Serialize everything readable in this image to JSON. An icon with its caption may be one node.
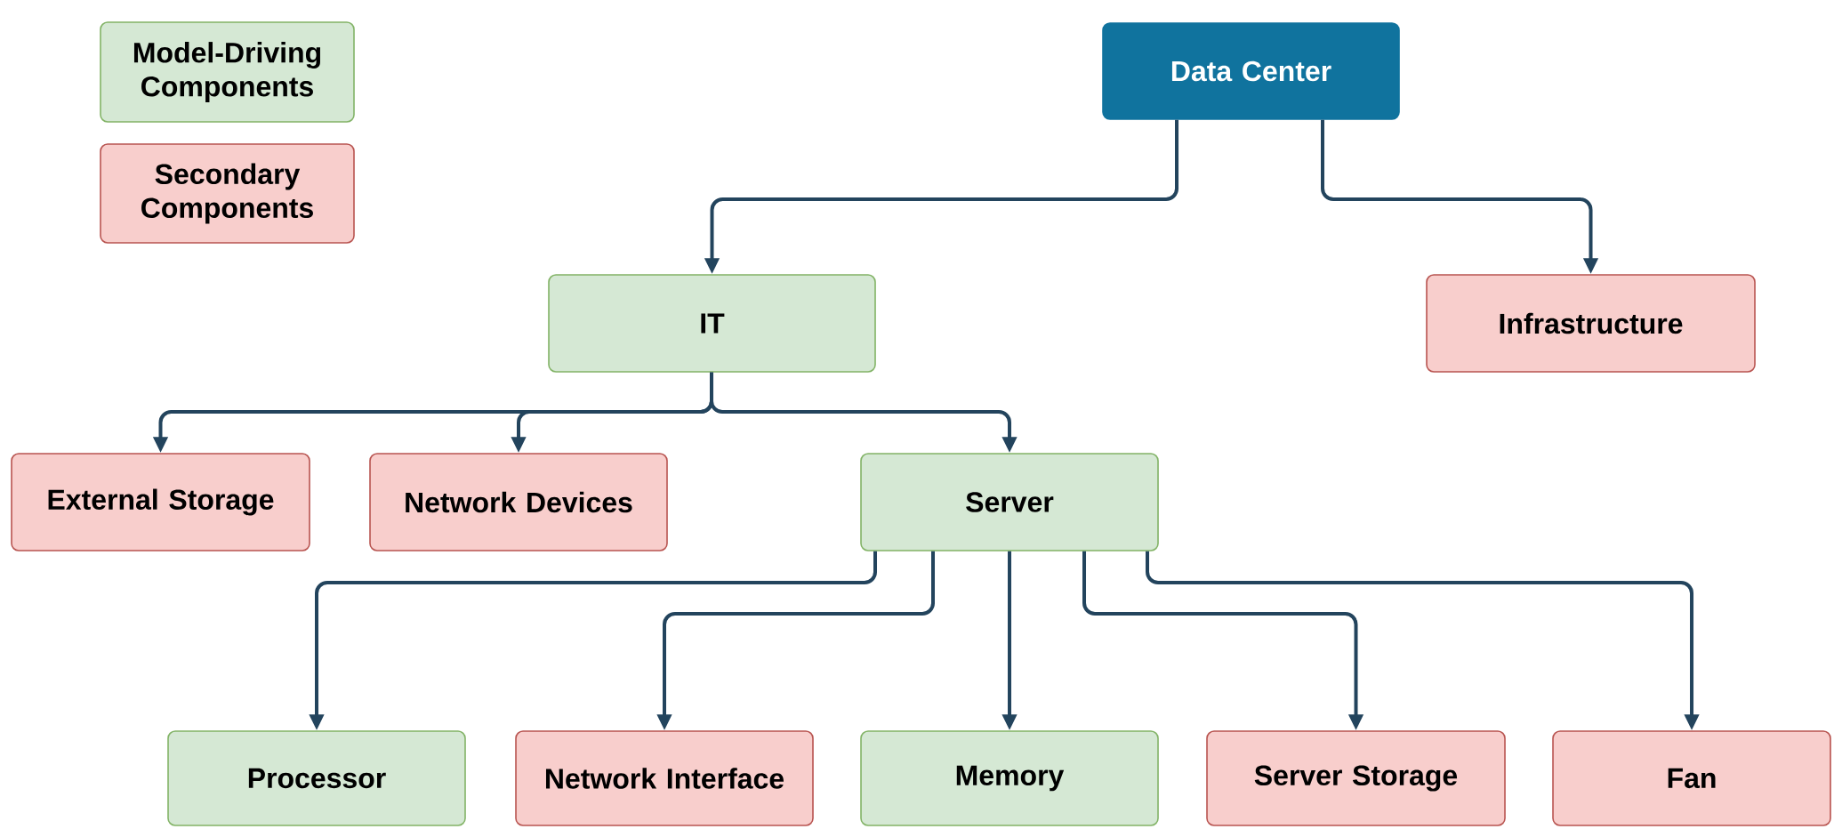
{
  "diagram": {
    "nodes": [
      {
        "text": [
          "Data Center"
        ]
      },
      {
        "text": [
          "IT"
        ]
      },
      {
        "text": [
          "Infrastructure"
        ]
      },
      {
        "text": [
          "External Storage"
        ]
      },
      {
        "text": [
          "Network Devices"
        ]
      },
      {
        "text": [
          "Server"
        ]
      },
      {
        "text": [
          "Processor"
        ]
      },
      {
        "text": [
          "Network Interface"
        ]
      },
      {
        "text": [
          "Memory"
        ]
      },
      {
        "text": [
          "Server Storage"
        ]
      },
      {
        "text": [
          "Fan"
        ]
      }
    ],
    "edges": [
      {
        "from": 0,
        "to": 1,
        "arrow": "to"
      },
      {
        "from": 0,
        "to": 2,
        "arrow": "to"
      },
      {
        "from": 1,
        "to": 3,
        "arrow": "to"
      },
      {
        "from": 1,
        "to": 4,
        "arrow": "to"
      },
      {
        "from": 1,
        "to": 5,
        "arrow": "to"
      },
      {
        "from": 5,
        "to": 6,
        "arrow": "to"
      },
      {
        "from": 5,
        "to": 7,
        "arrow": "to"
      },
      {
        "from": 5,
        "to": 8,
        "arrow": "to"
      },
      {
        "from": 5,
        "to": 9,
        "arrow": "to"
      },
      {
        "from": 5,
        "to": 10,
        "arrow": "to"
      }
    ],
    "legend": [
      {
        "text": "Model-Driving Components",
        "color": "#d5e8d4"
      },
      {
        "text": "Secondary Components",
        "color": "#f8cecc"
      }
    ]
  }
}
